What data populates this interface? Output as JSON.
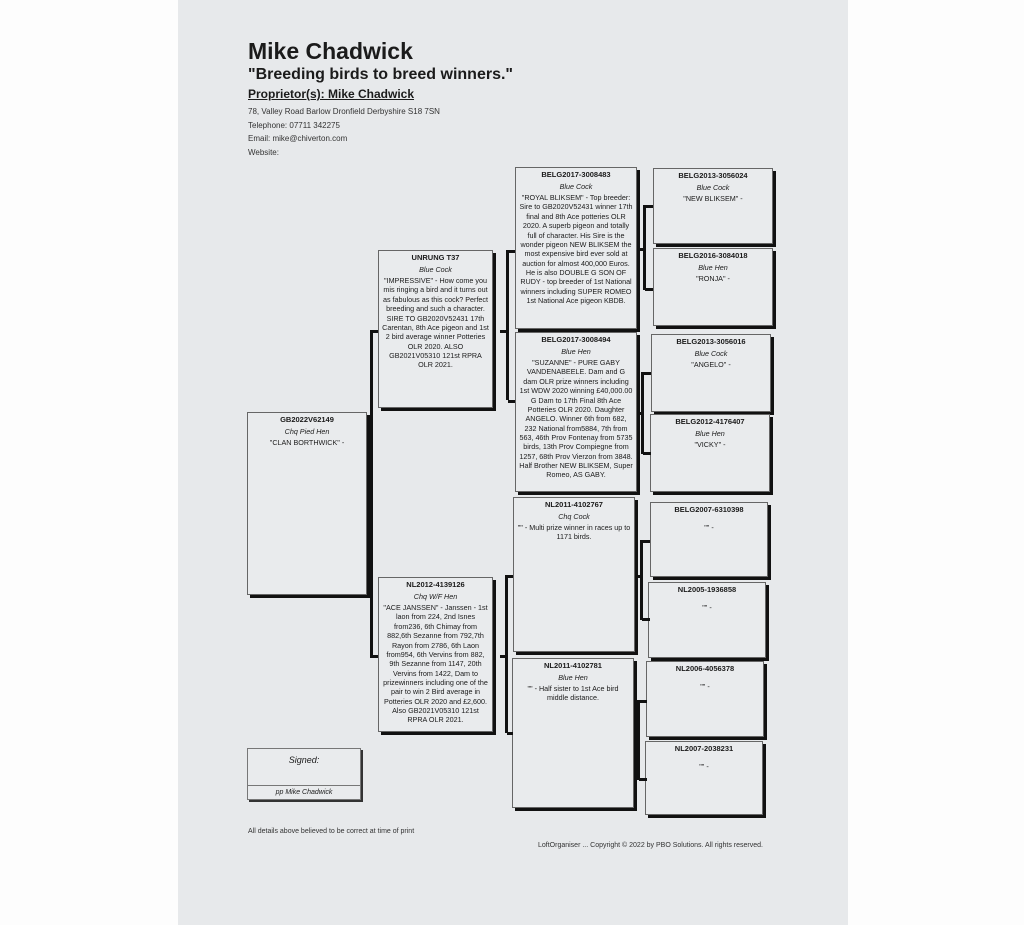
{
  "header": {
    "name": "Mike Chadwick",
    "slogan": "\"Breeding birds to breed winners.\"",
    "proprietor": "Proprietor(s): Mike Chadwick",
    "address": "78, Valley Road Barlow Dronfield Derbyshire  S18 7SN",
    "telephone": "Telephone: 07711 342275",
    "email": "Email: mike@chiverton.com",
    "website": "Website:"
  },
  "pedigree": [
    {
      "role": "subject",
      "ring": "GB2022V62149",
      "colour": "Chq Pied Hen",
      "notes": "\"CLAN BORTHWICK\" -"
    },
    {
      "role": "sire",
      "ring": "UNRUNG T37",
      "colour": "Blue Cock",
      "notes": "\"IMPRESSIVE\" - How come you mis ringing a bird and it turns out as fabulous as this cock?  Perfect breeding and such a character.  SIRE TO GB2020V52431 17th Carentan, 8th Ace pigeon and 1st 2 bird average winner Potteries OLR 2020.  ALSO GB2021V05310 121st RPRA OLR 2021."
    },
    {
      "role": "dam",
      "ring": "NL2012-4139126",
      "colour": "Chq W/F Hen",
      "notes": "\"ACE JANSSEN\" - Janssen - 1st laon from 224, 2nd Isnes from236, 6th Chimay from 882,6th Sezanne from 792,7th Rayon from 2786, 6th Laon from954, 6th Vervins from 882, 9th Sezanne from 1147, 20th Vervins from 1422,  Dam to prizewinners including one of the pair to win 2 Bird average in Potteries OLR 2020 and £2,600. Also GB2021V05310 121st RPRA OLR 2021."
    },
    {
      "role": "sire-sire",
      "ring": "BELG2017-3008483",
      "colour": "Blue Cock",
      "notes": "\"ROYAL BLIKSEM\" - Top breeder: Sire to GB2020V52431 winner 17th final and 8th Ace potteries OLR 2020.  A superb pigeon and totally full of character.  His Sire is the wonder pigeon NEW BLIKSEM the most expensive bird ever sold at auction for almost 400,000 Euros.  He is also DOUBLE G SON OF RUDY - top breeder of 1st National winners including SUPER ROMEO 1st National Ace pigeon KBDB."
    },
    {
      "role": "sire-dam",
      "ring": "BELG2017-3008494",
      "colour": "Blue Hen",
      "notes": "\"SUZANNE\" - PURE GABY VANDENABEELE. Dam and G dam OLR prize winners including 1st WDW 2020 winning £40,000.00   G Dam to 17th Final 8th Ace Potteries OLR 2020. Daughter ANGELO. Winner 6th from 682, 232 National from5884, 7th from 563, 46th Prov Fontenay from 5735 birds, 13th Prov Compiegne from 1257, 68th Prov Vierzon from 3848.  Half Brother NEW BLIKSEM, Super Romeo, AS GABY."
    },
    {
      "role": "dam-sire",
      "ring": "NL2011-4102767",
      "colour": "Chq Cock",
      "notes": "\"\" - Multi prize winner in races up to 1171 birds."
    },
    {
      "role": "dam-dam",
      "ring": "NL2011-4102781",
      "colour": "Blue Hen",
      "notes": "\"\" - Half sister to 1st Ace bird middle distance."
    },
    {
      "role": "ss-sire",
      "ring": "BELG2013-3056024",
      "colour": "Blue Cock",
      "notes": "\"NEW BLIKSEM\" -"
    },
    {
      "role": "ss-dam",
      "ring": "BELG2016-3084018",
      "colour": "Blue Hen",
      "notes": "\"RONJA\" -"
    },
    {
      "role": "sd-sire",
      "ring": "BELG2013-3056016",
      "colour": "Blue Cock",
      "notes": "\"ANGELO\" -"
    },
    {
      "role": "sd-dam",
      "ring": "BELG2012-4176407",
      "colour": "Blue Hen",
      "notes": "\"VICKY\" -"
    },
    {
      "role": "ds-sire",
      "ring": "BELG2007-6310398",
      "colour": "",
      "notes": "\"\" -"
    },
    {
      "role": "ds-dam",
      "ring": "NL2005-1936858",
      "colour": "",
      "notes": "\"\" -"
    },
    {
      "role": "dd-sire",
      "ring": "NL2006-4056378",
      "colour": "",
      "notes": "\"\" -"
    },
    {
      "role": "dd-dam",
      "ring": "NL2007-2038231",
      "colour": "",
      "notes": "\"\" -"
    }
  ],
  "signature": {
    "label": "Signed:",
    "pp": "pp Mike Chadwick"
  },
  "footer": {
    "disclaimer": "All details above believed to be correct at time of print",
    "copyright": "LoftOrganiser ... Copyright © 2022 by PBO Solutions. All rights reserved."
  }
}
